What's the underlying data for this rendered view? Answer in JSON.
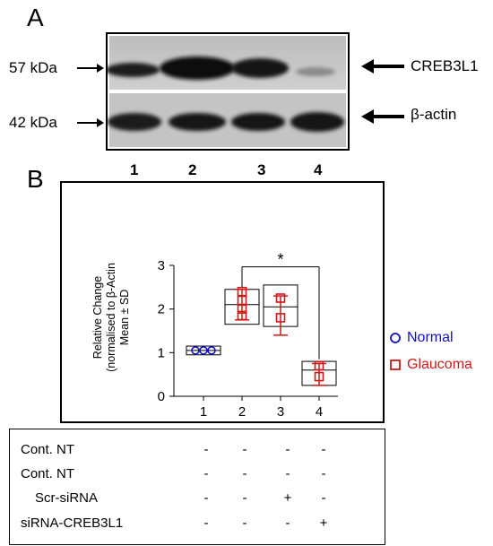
{
  "panels": {
    "a_label": "A",
    "b_label": "B"
  },
  "blot": {
    "markers": [
      {
        "kda": "57 kDa",
        "protein": "CREB3L1"
      },
      {
        "kda": "42 kDa",
        "protein": "β-actin"
      }
    ],
    "lanes": [
      "1",
      "2",
      "3",
      "4"
    ]
  },
  "chart_data": {
    "type": "box",
    "categories": [
      "1",
      "2",
      "3",
      "4"
    ],
    "ylabel_lines": [
      "Relative Change",
      "(normalised to β-Actin",
      "Mean ± SD"
    ],
    "ylim": [
      0,
      3
    ],
    "yticks": [
      0,
      1,
      2,
      3
    ],
    "boxes": [
      {
        "category": "1",
        "group": "Normal",
        "q1": 0.95,
        "median": 1.05,
        "q3": 1.15,
        "whisker_low": null,
        "whisker_high": null,
        "points": [
          1.05,
          1.05,
          1.05
        ]
      },
      {
        "category": "2",
        "group": "Glaucoma",
        "q1": 1.65,
        "median": 2.1,
        "q3": 2.45,
        "whisker_low": 1.75,
        "whisker_high": 2.45,
        "points": [
          2.4,
          2.2,
          2.0,
          1.85
        ]
      },
      {
        "category": "3",
        "group": "Glaucoma",
        "q1": 1.6,
        "median": 2.05,
        "q3": 2.55,
        "whisker_low": 1.4,
        "whisker_high": 2.3,
        "points": [
          2.25,
          1.8
        ]
      },
      {
        "category": "4",
        "group": "Glaucoma",
        "q1": 0.25,
        "median": 0.6,
        "q3": 0.8,
        "whisker_low": 0.25,
        "whisker_high": 0.75,
        "points": [
          0.7,
          0.45
        ]
      }
    ],
    "significance": {
      "from": "2",
      "to": "4",
      "label": "*",
      "y": 3.05
    },
    "legend": [
      {
        "name": "Normal",
        "marker": "circle",
        "color": "#1010c8"
      },
      {
        "name": "Glaucoma",
        "marker": "square",
        "color": "#d01818"
      }
    ]
  },
  "conditions": {
    "rows": [
      {
        "label": "Cont. NT",
        "cells": [
          "-",
          "-",
          "-",
          "-"
        ]
      },
      {
        "label": "Cont. NT",
        "cells": [
          "-",
          "-",
          "-",
          "-"
        ]
      },
      {
        "label": "Scr-siRNA",
        "cells": [
          "-",
          "-",
          "+",
          "-"
        ]
      },
      {
        "label": "siRNA-CREB3L1",
        "cells": [
          "-",
          "-",
          "-",
          "+"
        ]
      }
    ]
  }
}
